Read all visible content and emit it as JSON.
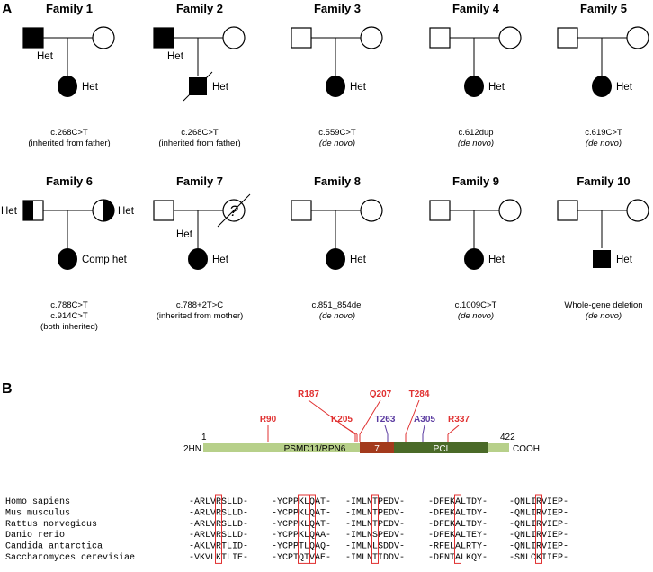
{
  "panels": {
    "a": "A",
    "b": "B"
  },
  "families": [
    {
      "title": "Family 1",
      "father_label": "Het",
      "child_label": "Het",
      "variant": "c.268C>T",
      "note": "(inherited from father)",
      "italic_note": false
    },
    {
      "title": "Family 2",
      "father_label": "Het",
      "child_label": "Het",
      "variant": "c.268C>T",
      "note": "(inherited from father)",
      "italic_note": false
    },
    {
      "title": "Family 3",
      "child_label": "Het",
      "variant": "c.559C>T",
      "note": "(de novo)",
      "italic_note": true
    },
    {
      "title": "Family 4",
      "child_label": "Het",
      "variant": "c.612dup",
      "note": "(de novo)",
      "italic_note": true
    },
    {
      "title": "Family 5",
      "child_label": "Het",
      "variant": "c.619C>T",
      "note": "(de novo)",
      "italic_note": true
    },
    {
      "title": "Family 6",
      "father_label": "Het",
      "mother_label": "Het",
      "child_label": "Comp het",
      "variant": "c.788C>T",
      "variant2": "c.914C>T",
      "note": "(both inherited)",
      "italic_note": false
    },
    {
      "title": "Family 7",
      "mother_symbol": "?",
      "mother_label": "Het",
      "child_label": "Het",
      "variant": "c.788+2T>C",
      "note": "(inherited from mother)",
      "italic_note": false
    },
    {
      "title": "Family 8",
      "child_label": "Het",
      "variant": "c.851_854del",
      "note": "(de novo)",
      "italic_note": true
    },
    {
      "title": "Family 9",
      "child_label": "Het",
      "variant": "c.1009C>T",
      "note": "(de novo)",
      "italic_note": true
    },
    {
      "title": "Family 10",
      "child_label": "Het",
      "variant": "Whole-gene deletion",
      "note": "(de novo)",
      "italic_note": true
    }
  ],
  "protein": {
    "start": "1",
    "end": "422",
    "n_term": "2HN",
    "c_term": "COOH",
    "domains": [
      "PSMD11/RPN6",
      "7",
      "PCI"
    ],
    "mutations": [
      "R90",
      "R187",
      "K205",
      "Q207",
      "T263",
      "T284",
      "A305",
      "R337"
    ],
    "colors": {
      "red": "#e03030",
      "blue": "#5a3aa0",
      "light_green": "#b7d08a",
      "dark_green": "#4a6a28",
      "brown": "#a33a1c"
    }
  },
  "alignment": {
    "species": [
      "Homo sapiens",
      "Mus musculus",
      "Rattus norvegicus",
      "Danio rerio",
      "Candida antarctica",
      "Saccharomyces cerevisiae"
    ],
    "rows": [
      [
        "-ARLVRSLLD-",
        "-YCPPKLQAT-",
        "-IMLNTPEDV-",
        "-DFEKALTDY-",
        "-QNLIRVIEP-"
      ],
      [
        "-ARLVRSLLD-",
        "-YCPPKLQAT-",
        "-IMLNTPEDV-",
        "-DFEKALTDY-",
        "-QNLIRVIEP-"
      ],
      [
        "-ARLVRSLLD-",
        "-YCPPKLQAT-",
        "-IMLNTPEDV-",
        "-DFEKALTDY-",
        "-QNLIRVIEP-"
      ],
      [
        "-ARLVRSLLD-",
        "-YCPPKLQAA-",
        "-IMLNSPEDV-",
        "-DFEKALTEY-",
        "-QNLIRVIEP-"
      ],
      [
        "-AKLVRTLID-",
        "-YCPPTLQAQ-",
        "-IMLNLSDDV-",
        "-RFELALRTY-",
        "-QNLIRVIEP-"
      ],
      [
        "-VKVLKTLIE-",
        "-YCPTQTVAE-",
        "-IMLNTIDDV-",
        "-DFNTALKQY-",
        "-SNLCKIIEP-"
      ]
    ]
  }
}
